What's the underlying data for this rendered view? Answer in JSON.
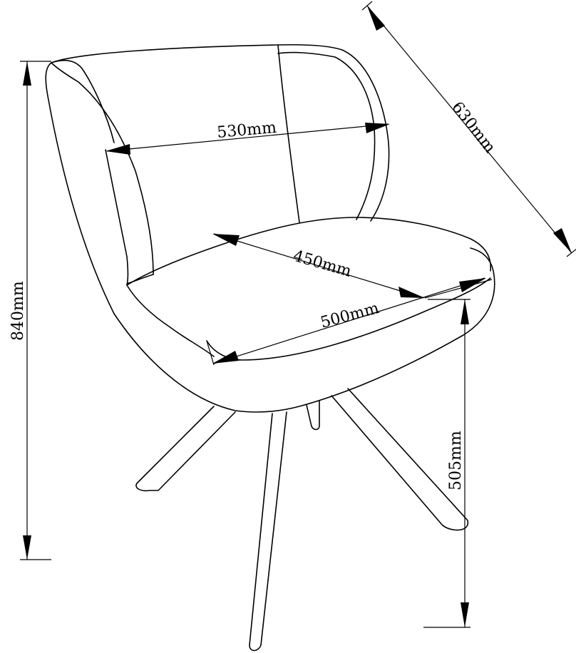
{
  "dimensions": {
    "back_width": "530mm",
    "seat_depth": "450mm",
    "seat_width": "500mm",
    "overall_depth": "630mm",
    "overall_height": "840mm",
    "seat_height": "505mm"
  },
  "colors": {
    "line": "#000000",
    "background": "#ffffff"
  }
}
